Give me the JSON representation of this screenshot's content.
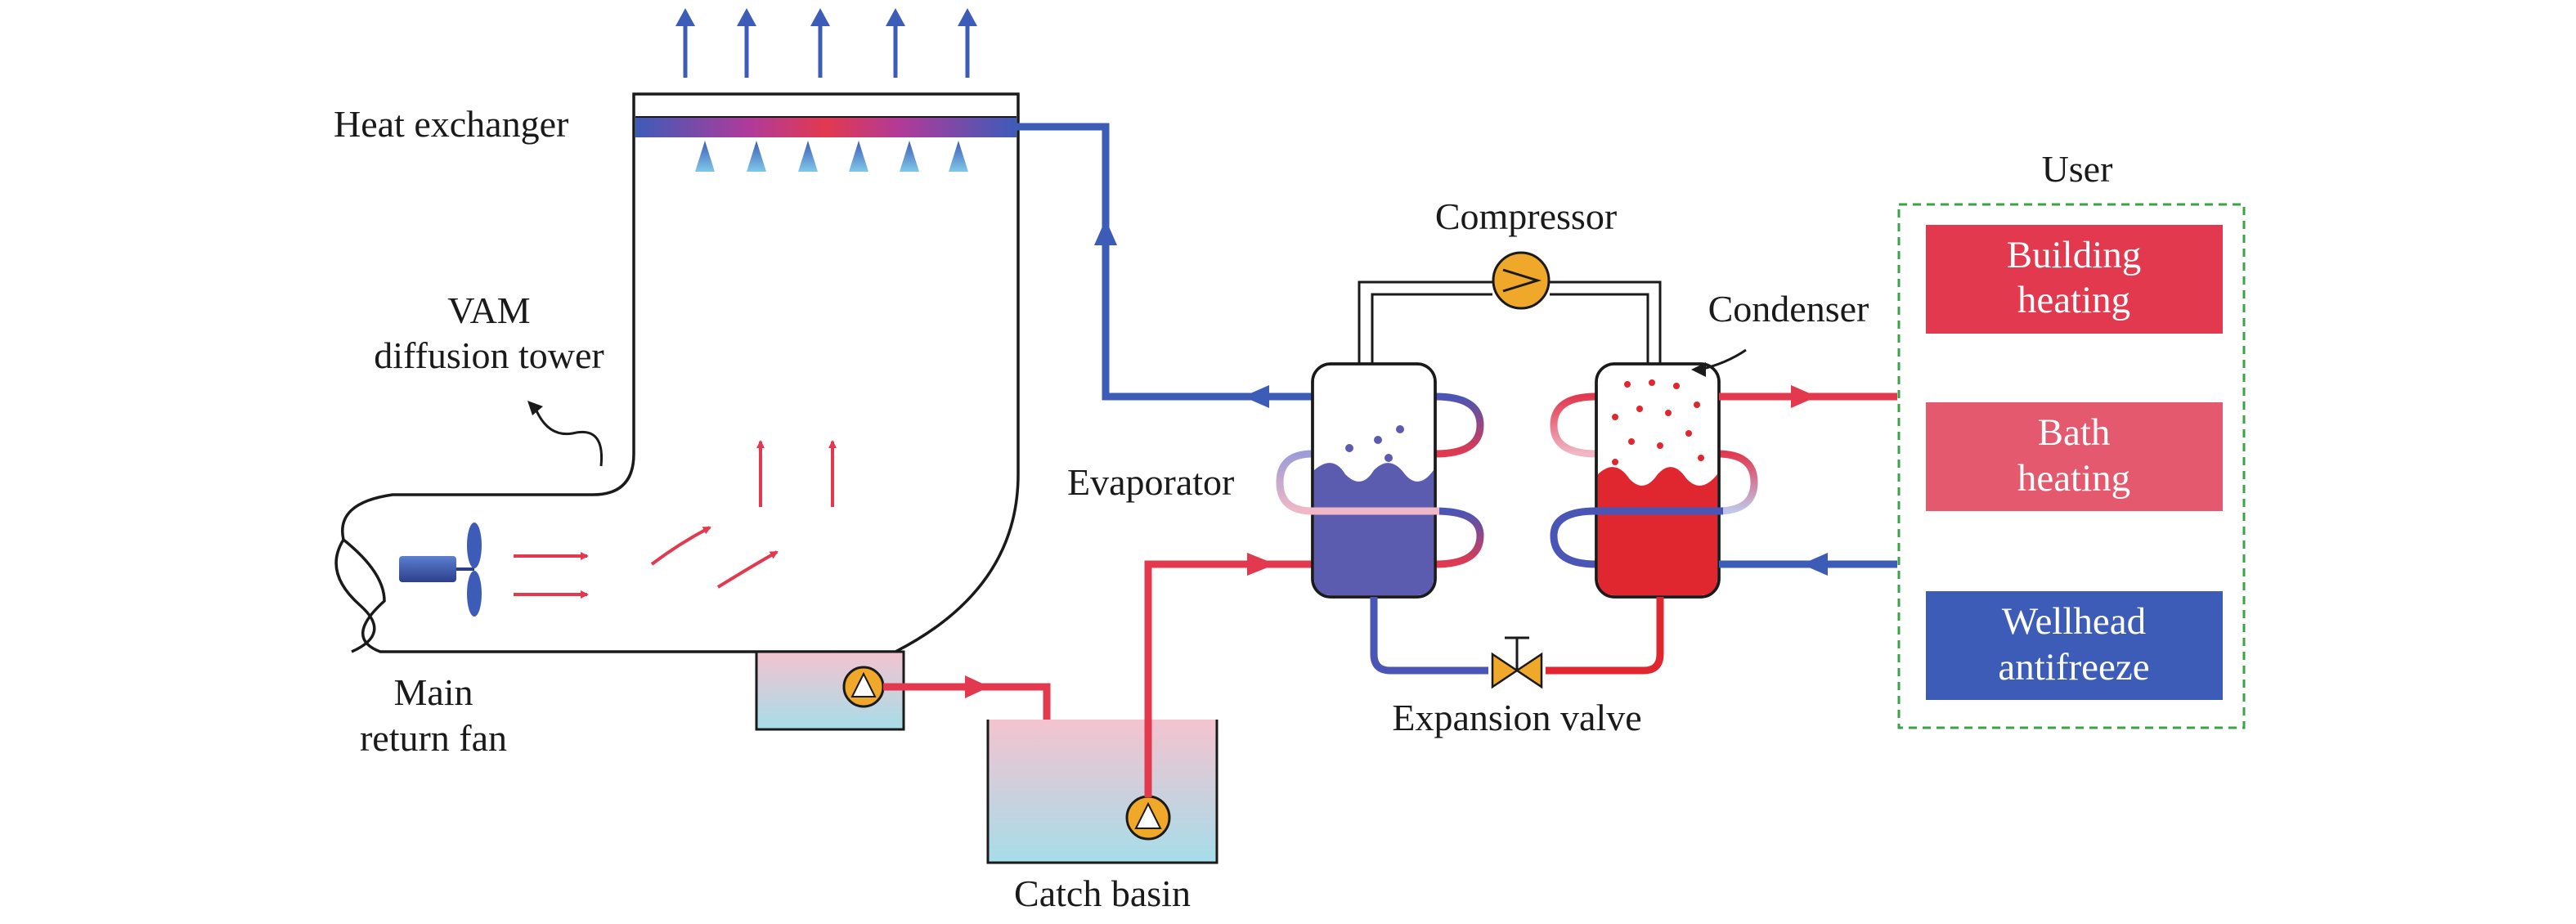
{
  "labels": {
    "heat_exchanger": "Heat exchanger",
    "vam_line1": "VAM",
    "vam_line2": "diffusion tower",
    "fan_line1": "Main",
    "fan_line2": "return fan",
    "catch_basin": "Catch basin",
    "compressor": "Compressor",
    "condenser": "Condenser",
    "evaporator": "Evaporator",
    "expansion_valve": "Expansion valve",
    "user": "User"
  },
  "user_boxes": [
    {
      "line1": "Building",
      "line2": "heating",
      "color": "#e2394f"
    },
    {
      "line1": "Bath",
      "line2": "heating",
      "color": "#e4596e"
    },
    {
      "line1": "Wellhead",
      "line2": "antifreeze",
      "color": "#3d5cb8"
    }
  ],
  "colors": {
    "hot": "#e2394f",
    "cold": "#3d5cb8",
    "pump": "#f0a82a",
    "evaporator_fluid": "#5b5bb0",
    "condenser_fluid": "#e0262e",
    "user_border": "#3aa34a"
  }
}
